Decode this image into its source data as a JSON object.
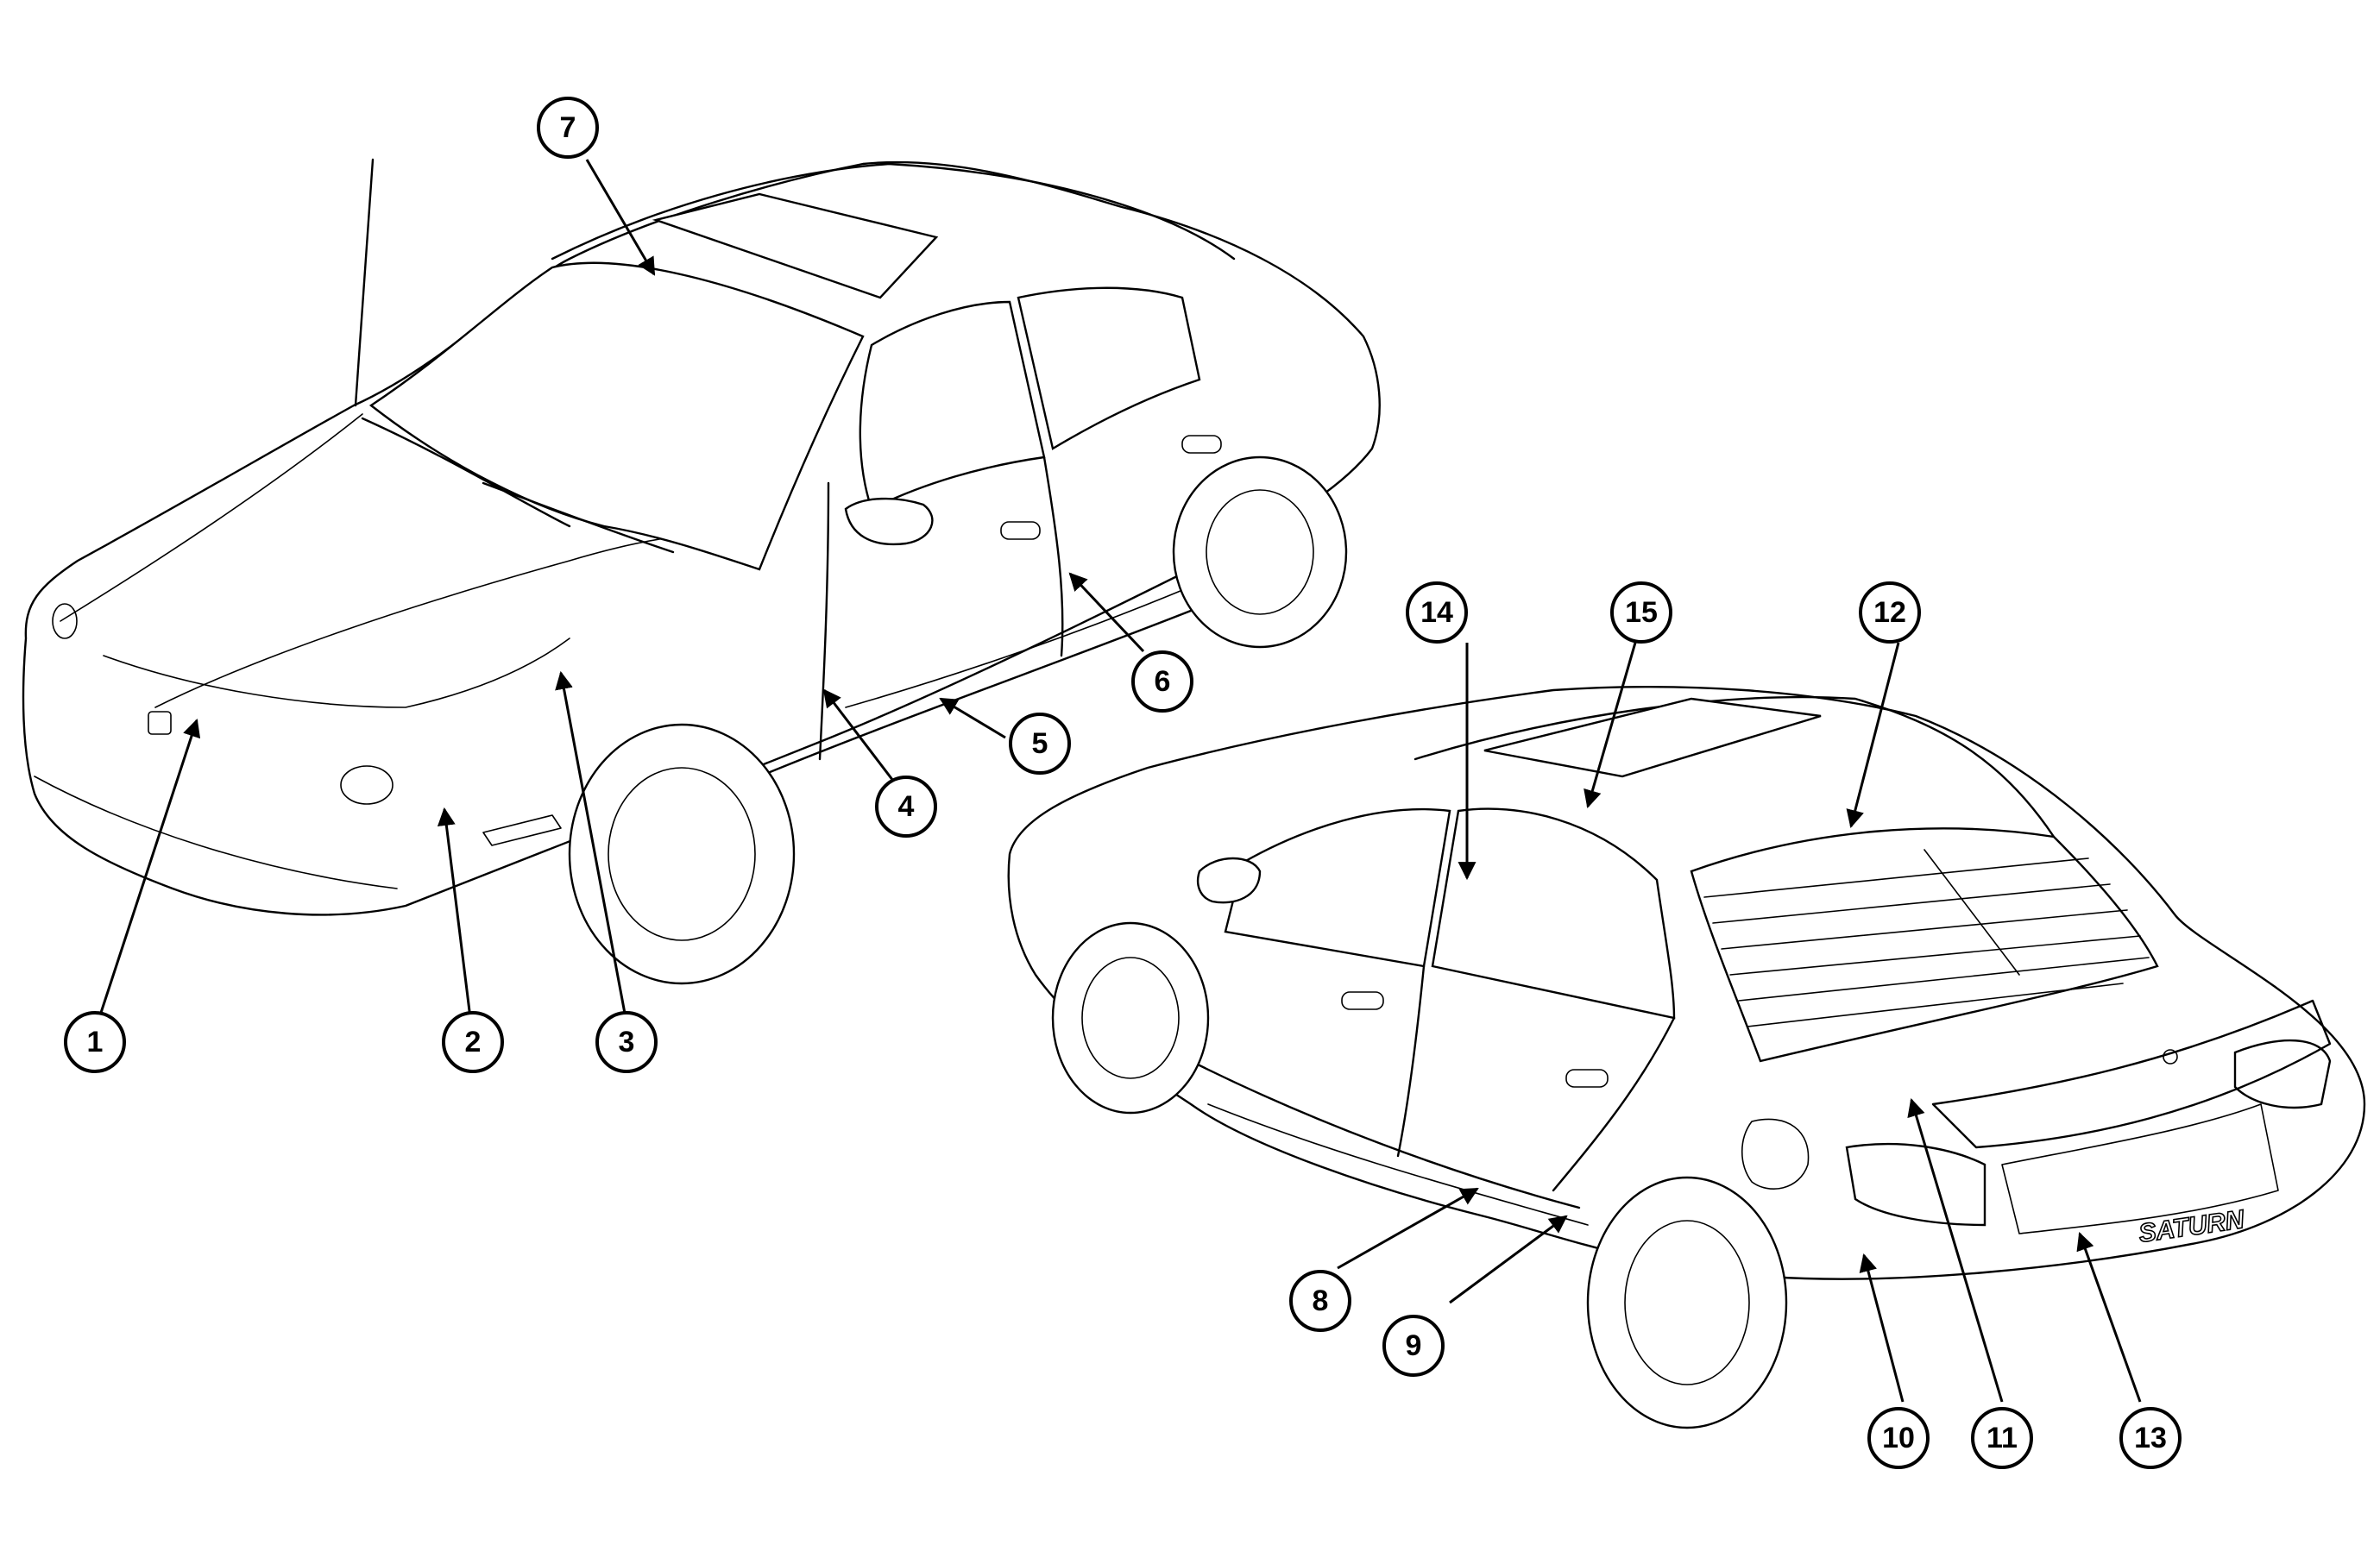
{
  "callouts": [
    {
      "id": "1",
      "label": "1"
    },
    {
      "id": "2",
      "label": "2"
    },
    {
      "id": "3",
      "label": "3"
    },
    {
      "id": "4",
      "label": "4"
    },
    {
      "id": "5",
      "label": "5"
    },
    {
      "id": "6",
      "label": "6"
    },
    {
      "id": "7",
      "label": "7"
    },
    {
      "id": "8",
      "label": "8"
    },
    {
      "id": "9",
      "label": "9"
    },
    {
      "id": "10",
      "label": "10"
    },
    {
      "id": "11",
      "label": "11"
    },
    {
      "id": "12",
      "label": "12"
    },
    {
      "id": "13",
      "label": "13"
    },
    {
      "id": "14",
      "label": "14"
    },
    {
      "id": "15",
      "label": "15"
    }
  ],
  "badge": {
    "text": "SATURN"
  }
}
